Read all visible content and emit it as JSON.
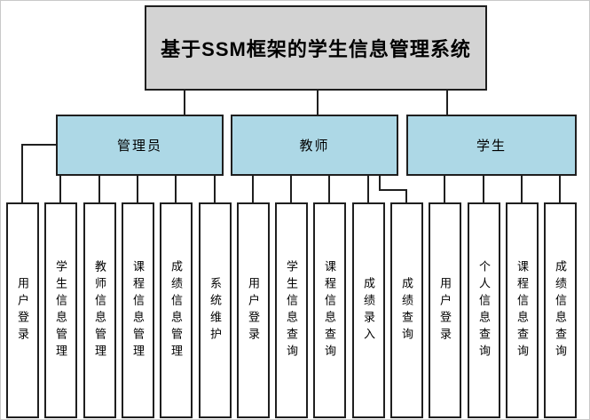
{
  "diagram": {
    "title": "基于SSM框架的学生信息管理系统",
    "groups": [
      {
        "label": "管理员",
        "children": [
          "用户登录",
          "学生信息管理",
          "教师信息管理",
          "课程信息管理",
          "成绩信息管理",
          "系统维护"
        ]
      },
      {
        "label": "教师",
        "children": [
          "用户登录",
          "学生信息查询",
          "课程信息查询",
          "成绩录入",
          "成绩查询"
        ]
      },
      {
        "label": "学生",
        "children": [
          "用户登录",
          "个人信息查询",
          "课程信息查询",
          "成绩信息查询"
        ]
      }
    ],
    "colors": {
      "root_fill": "#d3d3d3",
      "group_fill": "#add8e6",
      "leaf_fill": "#ffffff",
      "border": "#1f1f1f"
    }
  }
}
